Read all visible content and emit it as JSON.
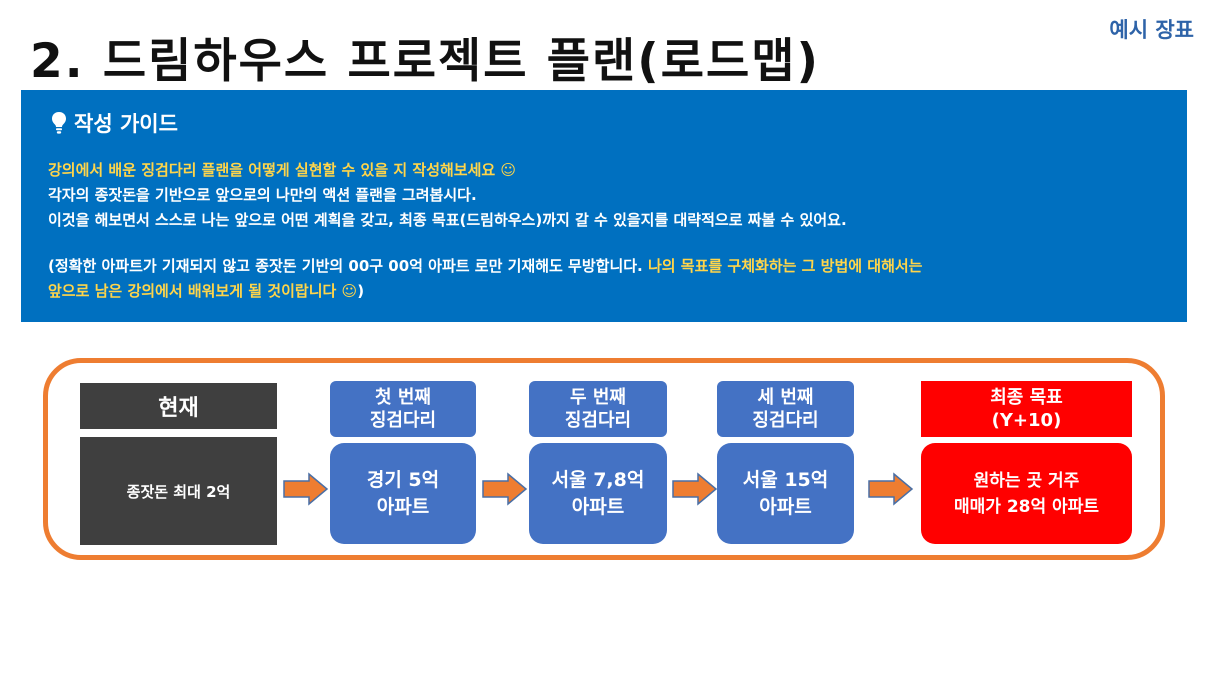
{
  "header": {
    "title": "2. 드림하우스 프로젝트 플랜(로드맵)",
    "sample_tag": "예시 장표"
  },
  "guide": {
    "heading": "작성 가이드",
    "line1": "강의에서 배운 징검다리 플랜을 어떻게 실현할 수 있을 지 작성해보세요 ☺",
    "line2": "각자의 종잣돈을 기반으로 앞으로의 나만의 액션 플랜을 그려봅시다.",
    "line3": "이것을 해보면서 스스로 나는 앞으로 어떤 계획을 갖고, 최종 목표(드림하우스)까지  갈 수 있을지를 대략적으로 짜볼 수 있어요.",
    "line4_white": "(정확한 아파트가 기재되지  않고 종잣돈 기반의 00구 00억 아파트 로만 기재해도 무방합니다.",
    "line4_yellow": " 나의 목표를 구체화하는 그 방법에 대해서는",
    "line5_yellow": "앞으로 남은 강의에서 배워보게 될 것이랍니다 ☺",
    "line5_white": ")"
  },
  "roadmap": {
    "current_label": "현재",
    "current_value": "종잣돈 최대 2억",
    "steps": [
      {
        "head_line1": "첫 번째",
        "head_line2": "징검다리",
        "body_line1": "경기 5억",
        "body_line2": "아파트"
      },
      {
        "head_line1": "두 번째",
        "head_line2": "징검다리",
        "body_line1": "서울 7,8억",
        "body_line2": "아파트"
      },
      {
        "head_line1": "세 번째",
        "head_line2": "징검다리",
        "body_line1": "서울 15억",
        "body_line2": "아파트"
      }
    ],
    "goal": {
      "head_line1": "최종 목표",
      "head_line2": "(Y+10)",
      "body_line1": "원하는 곳 거주",
      "body_line2": "매매가 28억 아파트"
    }
  },
  "icons": {
    "guide_icon": "lightbulb-icon",
    "flow_arrow": "arrow-right-icon"
  },
  "colors": {
    "guide_bg": "#0070c0",
    "highlight_text": "#ffd54a",
    "step_blue": "#4472c4",
    "goal_red": "#ff0000",
    "current_gray": "#3f3f3f",
    "frame_orange": "#ee7d31"
  }
}
